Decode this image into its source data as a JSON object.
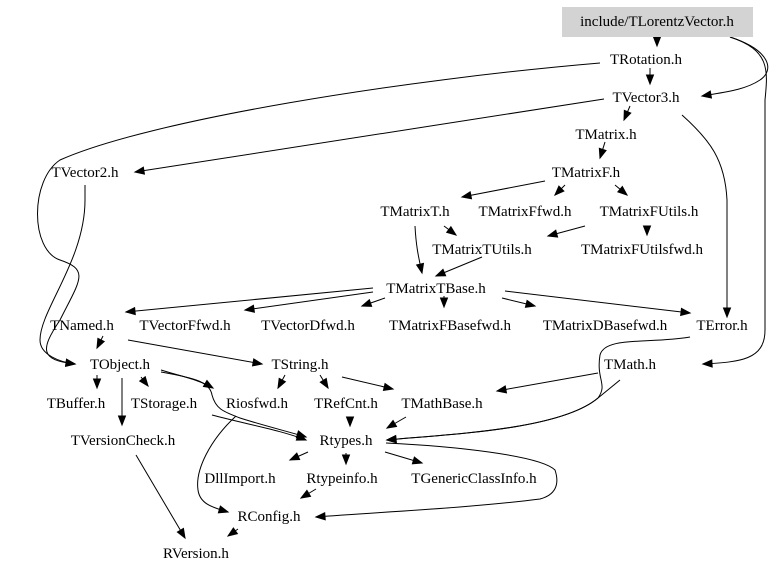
{
  "diagram": {
    "type": "include-dependency-graph",
    "root": "include/TLorentzVector.h",
    "colors": {
      "root_fill": "#d3d3d3",
      "edge": "#000000",
      "text": "#000000",
      "background": "#ffffff"
    },
    "nodes": [
      {
        "id": "TLorentzVector",
        "label": "include/TLorentzVector.h",
        "root": true
      },
      {
        "id": "TRotation",
        "label": "TRotation.h"
      },
      {
        "id": "TVector3",
        "label": "TVector3.h"
      },
      {
        "id": "TMatrix",
        "label": "TMatrix.h"
      },
      {
        "id": "TVector2",
        "label": "TVector2.h"
      },
      {
        "id": "TMatrixF",
        "label": "TMatrixF.h"
      },
      {
        "id": "TMatrixT",
        "label": "TMatrixT.h"
      },
      {
        "id": "TMatrixFfwd",
        "label": "TMatrixFfwd.h"
      },
      {
        "id": "TMatrixFUtils",
        "label": "TMatrixFUtils.h"
      },
      {
        "id": "TMatrixTUtils",
        "label": "TMatrixTUtils.h"
      },
      {
        "id": "TMatrixFUtilsfwd",
        "label": "TMatrixFUtilsfwd.h"
      },
      {
        "id": "TMatrixTBase",
        "label": "TMatrixTBase.h"
      },
      {
        "id": "TNamed",
        "label": "TNamed.h"
      },
      {
        "id": "TVectorFfwd",
        "label": "TVectorFfwd.h"
      },
      {
        "id": "TVectorDfwd",
        "label": "TVectorDfwd.h"
      },
      {
        "id": "TMatrixFBasefwd",
        "label": "TMatrixFBasefwd.h"
      },
      {
        "id": "TMatrixDBasefwd",
        "label": "TMatrixDBasefwd.h"
      },
      {
        "id": "TError",
        "label": "TError.h"
      },
      {
        "id": "TObject",
        "label": "TObject.h"
      },
      {
        "id": "TString",
        "label": "TString.h"
      },
      {
        "id": "TMath",
        "label": "TMath.h"
      },
      {
        "id": "TBuffer",
        "label": "TBuffer.h"
      },
      {
        "id": "TStorage",
        "label": "TStorage.h"
      },
      {
        "id": "Riosfwd",
        "label": "Riosfwd.h"
      },
      {
        "id": "TRefCnt",
        "label": "TRefCnt.h"
      },
      {
        "id": "TMathBase",
        "label": "TMathBase.h"
      },
      {
        "id": "TVersionCheck",
        "label": "TVersionCheck.h"
      },
      {
        "id": "Rtypes",
        "label": "Rtypes.h"
      },
      {
        "id": "DllImport",
        "label": "DllImport.h"
      },
      {
        "id": "Rtypeinfo",
        "label": "Rtypeinfo.h"
      },
      {
        "id": "TGenericClassInfo",
        "label": "TGenericClassInfo.h"
      },
      {
        "id": "RConfig",
        "label": "RConfig.h"
      },
      {
        "id": "RVersion",
        "label": "RVersion.h"
      }
    ],
    "edges": [
      {
        "from": "TLorentzVector",
        "to": "TRotation"
      },
      {
        "from": "TLorentzVector",
        "to": "TVector3"
      },
      {
        "from": "TLorentzVector",
        "to": "TMath"
      },
      {
        "from": "TRotation",
        "to": "TVector3"
      },
      {
        "from": "TRotation",
        "to": "TObject"
      },
      {
        "from": "TVector3",
        "to": "TMatrix"
      },
      {
        "from": "TVector3",
        "to": "TVector2"
      },
      {
        "from": "TVector3",
        "to": "TError"
      },
      {
        "from": "TVector2",
        "to": "TObject"
      },
      {
        "from": "TMatrix",
        "to": "TMatrixF"
      },
      {
        "from": "TMatrixF",
        "to": "TMatrixT"
      },
      {
        "from": "TMatrixF",
        "to": "TMatrixFfwd"
      },
      {
        "from": "TMatrixF",
        "to": "TMatrixFUtils"
      },
      {
        "from": "TMatrixT",
        "to": "TMatrixTUtils"
      },
      {
        "from": "TMatrixT",
        "to": "TMatrixTBase"
      },
      {
        "from": "TMatrixFUtils",
        "to": "TMatrixTUtils"
      },
      {
        "from": "TMatrixFUtils",
        "to": "TMatrixFUtilsfwd"
      },
      {
        "from": "TMatrixTUtils",
        "to": "TMatrixTBase"
      },
      {
        "from": "TMatrixTBase",
        "to": "TNamed"
      },
      {
        "from": "TMatrixTBase",
        "to": "TVectorFfwd"
      },
      {
        "from": "TMatrixTBase",
        "to": "TVectorDfwd"
      },
      {
        "from": "TMatrixTBase",
        "to": "TMatrixFBasefwd"
      },
      {
        "from": "TMatrixTBase",
        "to": "TMatrixDBasefwd"
      },
      {
        "from": "TMatrixTBase",
        "to": "TError"
      },
      {
        "from": "TNamed",
        "to": "TObject"
      },
      {
        "from": "TNamed",
        "to": "TString"
      },
      {
        "from": "TError",
        "to": "Rtypes"
      },
      {
        "from": "TObject",
        "to": "TBuffer"
      },
      {
        "from": "TObject",
        "to": "TStorage"
      },
      {
        "from": "TObject",
        "to": "TVersionCheck"
      },
      {
        "from": "TObject",
        "to": "Riosfwd"
      },
      {
        "from": "TObject",
        "to": "Rtypes"
      },
      {
        "from": "TString",
        "to": "Riosfwd"
      },
      {
        "from": "TString",
        "to": "TRefCnt"
      },
      {
        "from": "TString",
        "to": "TMathBase"
      },
      {
        "from": "TMath",
        "to": "TMathBase"
      },
      {
        "from": "TMath",
        "to": "Rtypes"
      },
      {
        "from": "TRefCnt",
        "to": "Rtypes"
      },
      {
        "from": "TMathBase",
        "to": "Rtypes"
      },
      {
        "from": "TStorage",
        "to": "Rtypes"
      },
      {
        "from": "Riosfwd",
        "to": "RConfig"
      },
      {
        "from": "TVersionCheck",
        "to": "RVersion"
      },
      {
        "from": "Rtypes",
        "to": "DllImport"
      },
      {
        "from": "Rtypes",
        "to": "Rtypeinfo"
      },
      {
        "from": "Rtypes",
        "to": "TGenericClassInfo"
      },
      {
        "from": "Rtypes",
        "to": "RConfig"
      },
      {
        "from": "Rtypeinfo",
        "to": "RConfig"
      },
      {
        "from": "RConfig",
        "to": "RVersion"
      }
    ]
  }
}
